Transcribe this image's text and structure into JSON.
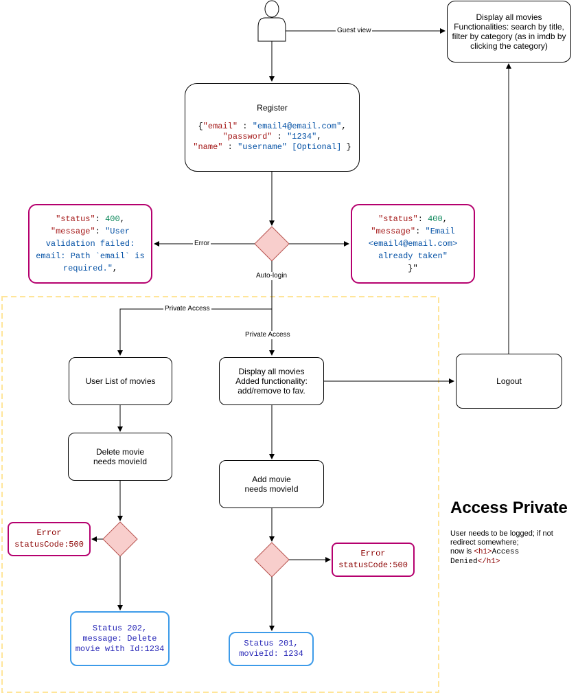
{
  "guest_view_label": "Guest view",
  "display_all_movies_guest": {
    "line1": "Display all movies",
    "line2": "Functionalities: search by title,",
    "line3": "filter by category (as in imdb by",
    "line4": "clicking the category)"
  },
  "register": {
    "title": "Register",
    "l1_open": "{",
    "l1_key": "\"email\"",
    "l1_sep": " : ",
    "l1_val": "\"email4@email.com\"",
    "l1_end": ",",
    "l2_key": "\"password\"",
    "l2_sep": " : ",
    "l2_val": "\"1234\"",
    "l2_end": ",",
    "l3_key": "\"name\"",
    "l3_sep": " : ",
    "l3_val": "\"username\" [Optional]",
    "l3_end": " }"
  },
  "error_label": "Error",
  "auto_login_label": "Auto-login",
  "error_400_validation": {
    "l1_key": "\"status\"",
    "l1_sep": ": ",
    "l1_val": "400",
    "l1_end": ",",
    "l2_key": "\"message\"",
    "l2_sep": ": ",
    "l2_val": "\"User",
    "l3": "validation failed:",
    "l4": "email: Path `email` is",
    "l5_val": "required.\"",
    "l5_end": ","
  },
  "error_400_taken": {
    "l1_key": "\"status\"",
    "l1_sep": ": ",
    "l1_val": "400",
    "l1_end": ",",
    "l2_key": "\"message\"",
    "l2_sep": ": ",
    "l2_val": "\"Email",
    "l3": "<email4@email.com>",
    "l4": "already taken\"",
    "l5": "}\""
  },
  "private_access_label_1": "Private Access",
  "private_access_label_2": "Private Access",
  "user_list": "User List of movies",
  "display_all_movies_private": {
    "line1": "Display all movies",
    "line2": "Added functionality:",
    "line3": "add/remove to fav."
  },
  "logout": "Logout",
  "delete_movie": {
    "line1": "Delete movie",
    "line2": "needs movieId"
  },
  "add_movie": {
    "line1": "Add movie",
    "line2": "needs movieId"
  },
  "error_500_left": {
    "line1": "Error",
    "line2": "statusCode:500"
  },
  "error_500_right": {
    "line1": "Error",
    "line2": "statusCode:500"
  },
  "status_202": {
    "line1": "Status 202,",
    "line2": "message: Delete",
    "line3": "movie with Id:1234"
  },
  "status_201": {
    "line1": "Status 201,",
    "line2": "movieId: 1234"
  },
  "access_private": {
    "heading": "Access Private",
    "line1": "User needs to be logged; if not",
    "line2": "redirect somewhere;",
    "line3_pre": "now is ",
    "line3_tag_open": "<h1>",
    "line3_text": "Access",
    "line4_text": "Denied",
    "line4_tag_close": "</h1>"
  },
  "colors": {
    "decision_fill": "#f8cecc",
    "decision_stroke": "#b85450",
    "dashed_frame": "#ffe599",
    "pink_border": "#b5006e",
    "blue_border": "#3d9be9"
  }
}
